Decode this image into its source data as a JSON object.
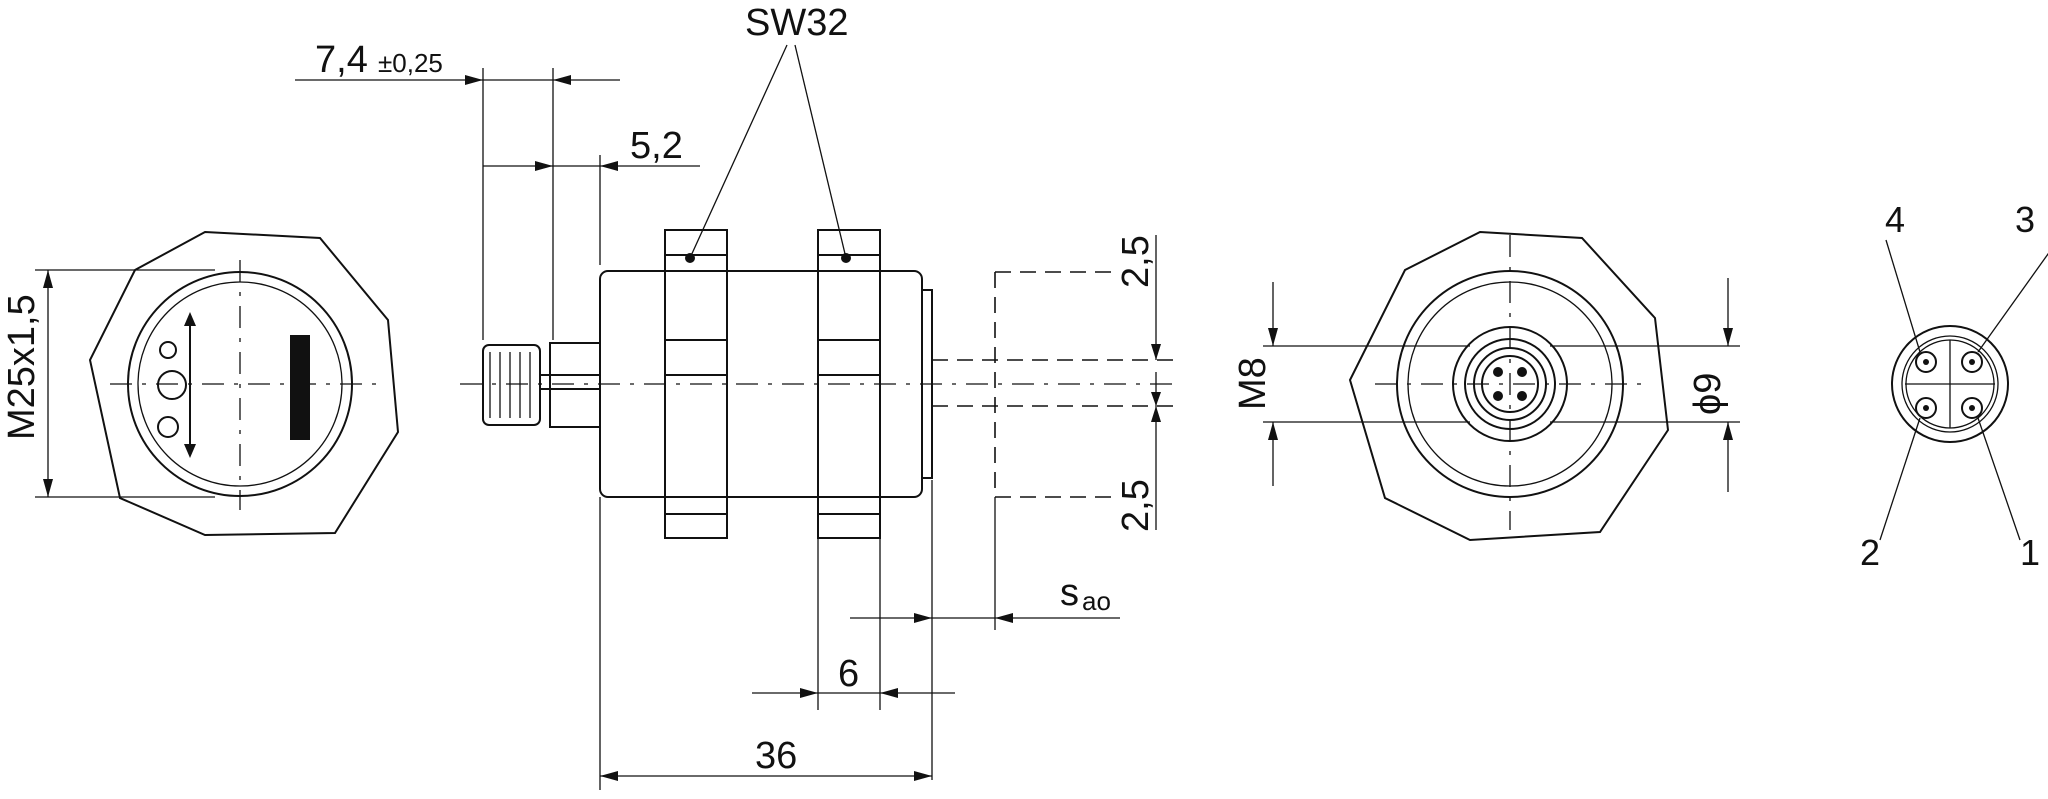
{
  "dimensions": {
    "wrench_size": "SW32",
    "flange_tolerance_value": "7,4",
    "flange_tolerance": "±0,25",
    "connector_offset": "5,2",
    "field_half_upper": "2,5",
    "field_half_lower": "2,5",
    "switching_distance": "s",
    "switching_distance_sub": "ao",
    "nut_width": "6",
    "body_length": "36",
    "thread_main": "M25x1,5",
    "thread_connector": "M8",
    "connector_diameter": "ϕ9"
  },
  "pins": {
    "pin1": "1",
    "pin2": "2",
    "pin3": "3",
    "pin4": "4"
  }
}
